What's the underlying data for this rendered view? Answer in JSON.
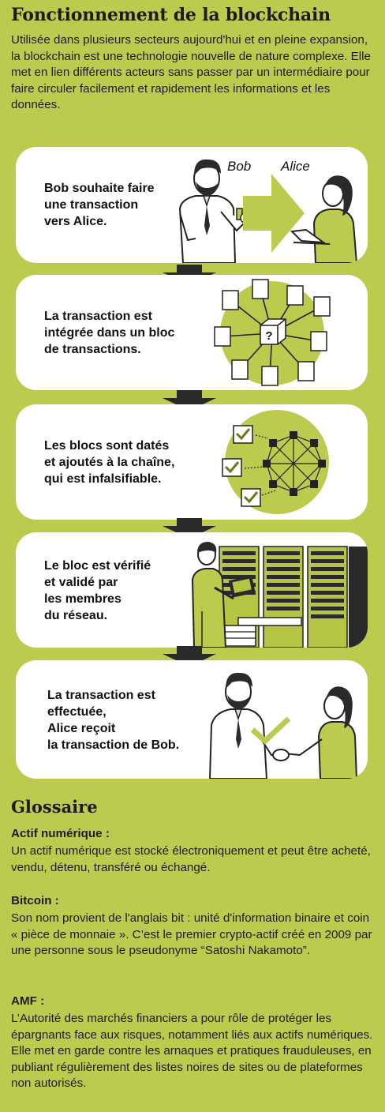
{
  "header": {
    "title": "Fonctionnement de la blockchain",
    "intro": "Utilisée dans plusieurs secteurs aujourd'hui et en pleine expansion, la blockchain est une technologie nouvelle de nature complexe. Elle met en lien différents acteurs sans passer par un intermédiaire pour faire circuler facilement et rapidement les informations et les données."
  },
  "steps": [
    {
      "text": "Bob souhaite faire\nune transaction\nvers Alice.",
      "label_bob": "Bob",
      "label_alice": "Alice"
    },
    {
      "text": "La transaction est\nintégrée dans un bloc\nde transactions.",
      "symbol": "?"
    },
    {
      "text": "Les blocs sont datés\net ajoutés à la chaîne,\nqui est infalsifiable."
    },
    {
      "text": "Le bloc est vérifié\net validé par\nles membres\ndu réseau."
    },
    {
      "text": "La transaction est\neffectuée,\nAlice reçoit\nla transaction de Bob."
    }
  ],
  "glossary": {
    "title": "Glossaire",
    "items": [
      {
        "term": "Actif numérique :",
        "definition": "Un actif numérique est stocké électroniquement et peut être acheté, vendu, détenu, transféré ou échangé."
      },
      {
        "term": "Bitcoin :",
        "definition": "Son nom provient de l'anglais bit : unité d'information binaire et coin « pièce de monnaie ». C’est le premier crypto-actif créé en 2009 par une personne sous le pseudonyme “Satoshi Nakamoto”."
      },
      {
        "term": "AMF :",
        "definition": "L’Autorité des marchés financiers a pour rôle de protéger les épargnants face aux risques, notamment liés aux actifs numériques. Elle met en garde contre les arnaques et pratiques frauduleuses, en publiant régulièrement des listes noires de sites ou de plateformes non autorisés."
      }
    ]
  },
  "colors": {
    "background": "#bccb4e",
    "accent": "#b5c442",
    "dark": "#2a2a2a",
    "card": "#ffffff"
  },
  "icons": [
    "businessman-bob-icon",
    "transfer-arrow-icon",
    "woman-alice-icon",
    "transaction-block-network-icon",
    "chain-network-icon",
    "server-technician-icon",
    "handshake-icon",
    "checkmark-icon",
    "down-arrow-icon"
  ]
}
